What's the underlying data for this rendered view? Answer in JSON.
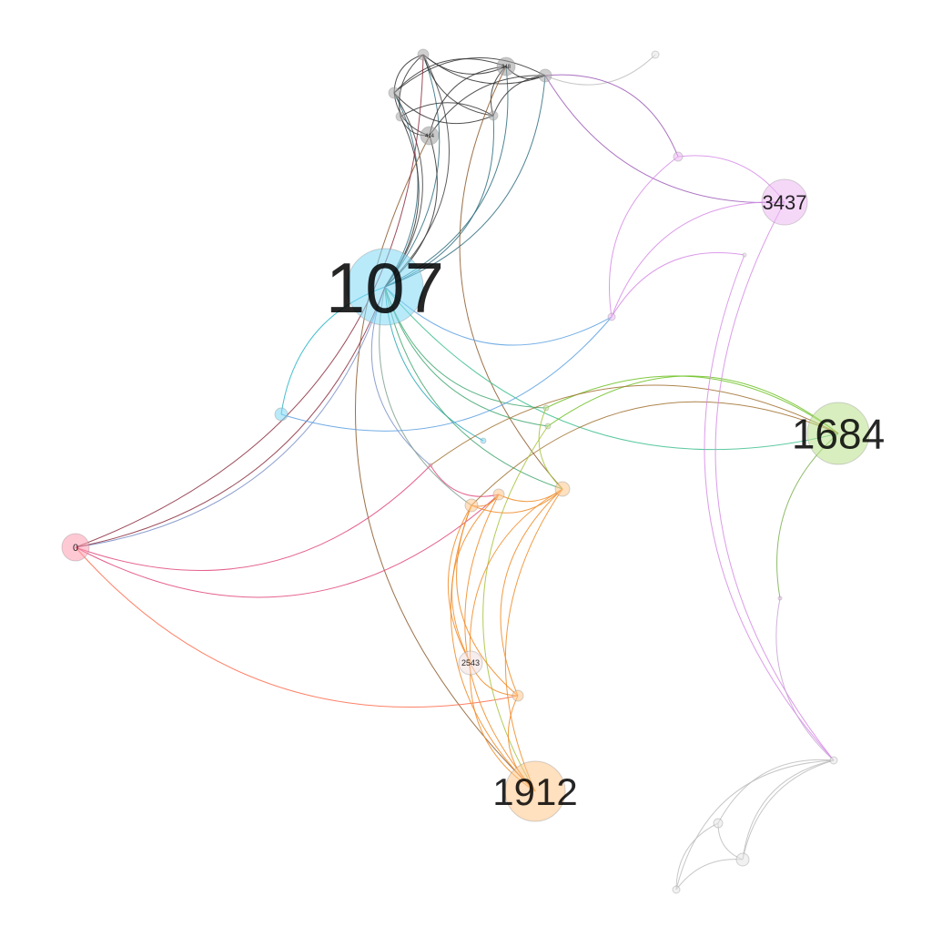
{
  "graph": {
    "nodes": [
      {
        "id": "n107",
        "label": "107",
        "color": "#7fd8f5"
      },
      {
        "id": "n1684",
        "label": "1684",
        "color": "#b9e08a"
      },
      {
        "id": "n1912",
        "label": "1912",
        "color": "#ffc68a"
      },
      {
        "id": "n3437",
        "label": "3437",
        "color": "#ecb8f2"
      },
      {
        "id": "n0",
        "label": "0",
        "color": "#ff9db0"
      },
      {
        "id": "n2543",
        "label": "2543",
        "color": "#f3dede"
      },
      {
        "id": "n348",
        "label": "348",
        "color": "#9a9a9a"
      },
      {
        "id": "n414",
        "label": "414",
        "color": "#9a9a9a"
      },
      {
        "id": "g1",
        "label": "",
        "color": "#a8a8a8"
      },
      {
        "id": "g2",
        "label": "",
        "color": "#a8a8a8"
      },
      {
        "id": "g3",
        "label": "",
        "color": "#a8a8a8"
      },
      {
        "id": "g4",
        "label": "",
        "color": "#a8a8a8"
      },
      {
        "id": "g5",
        "label": "",
        "color": "#a8a8a8"
      },
      {
        "id": "g6",
        "label": "",
        "color": "#e6e6e6"
      },
      {
        "id": "c1",
        "label": "",
        "color": "#7fd8f5"
      },
      {
        "id": "c2",
        "label": "",
        "color": "#7fd8f5"
      },
      {
        "id": "o1",
        "label": "",
        "color": "#ffc68a"
      },
      {
        "id": "o2",
        "label": "",
        "color": "#ffc68a"
      },
      {
        "id": "o3",
        "label": "",
        "color": "#ffc68a"
      },
      {
        "id": "o4",
        "label": "",
        "color": "#ffc68a"
      },
      {
        "id": "p1",
        "label": "",
        "color": "#ecb8f2"
      },
      {
        "id": "p2",
        "label": "",
        "color": "#ecb8f2"
      },
      {
        "id": "p3",
        "label": "",
        "color": "#ecb8f2"
      },
      {
        "id": "gr1",
        "label": "",
        "color": "#b9e08a"
      },
      {
        "id": "gr2",
        "label": "",
        "color": "#b9e08a"
      },
      {
        "id": "r1",
        "label": "",
        "color": "#ff9db0"
      },
      {
        "id": "x1",
        "label": "",
        "color": "#e6e6e6"
      },
      {
        "id": "x2",
        "label": "",
        "color": "#e6e6e6"
      },
      {
        "id": "x3",
        "label": "",
        "color": "#e6e6e6"
      },
      {
        "id": "x4",
        "label": "",
        "color": "#e6e6e6"
      },
      {
        "id": "x5",
        "label": "",
        "color": "#e6e6e6"
      }
    ],
    "edges": [
      {
        "from": "n107",
        "to": "g1",
        "color": "#2f6f7f"
      },
      {
        "from": "n107",
        "to": "n348",
        "color": "#2f6f7f"
      },
      {
        "from": "n107",
        "to": "g2",
        "color": "#2f6f7f"
      },
      {
        "from": "n107",
        "to": "g3",
        "color": "#2f6f7f"
      },
      {
        "from": "n107",
        "to": "g4",
        "color": "#2f6f7f"
      },
      {
        "from": "n107",
        "to": "n414",
        "color": "#333333"
      },
      {
        "from": "n107",
        "to": "g5",
        "color": "#333333"
      },
      {
        "from": "n107",
        "to": "g1",
        "color": "#444444"
      },
      {
        "from": "n107",
        "to": "g3",
        "color": "#444444"
      },
      {
        "from": "g1",
        "to": "n348",
        "color": "#333333"
      },
      {
        "from": "g1",
        "to": "g2",
        "color": "#333333"
      },
      {
        "from": "g1",
        "to": "g3",
        "color": "#333333"
      },
      {
        "from": "g1",
        "to": "g4",
        "color": "#333333"
      },
      {
        "from": "g1",
        "to": "g5",
        "color": "#333333"
      },
      {
        "from": "n348",
        "to": "g2",
        "color": "#333333"
      },
      {
        "from": "n348",
        "to": "g3",
        "color": "#333333"
      },
      {
        "from": "n348",
        "to": "g4",
        "color": "#333333"
      },
      {
        "from": "n348",
        "to": "n414",
        "color": "#333333"
      },
      {
        "from": "g2",
        "to": "g3",
        "color": "#333333"
      },
      {
        "from": "g2",
        "to": "g4",
        "color": "#333333"
      },
      {
        "from": "g2",
        "to": "n414",
        "color": "#333333"
      },
      {
        "from": "g3",
        "to": "g4",
        "color": "#333333"
      },
      {
        "from": "g3",
        "to": "n414",
        "color": "#333333"
      },
      {
        "from": "g4",
        "to": "g5",
        "color": "#333333"
      },
      {
        "from": "g5",
        "to": "n414",
        "color": "#333333"
      },
      {
        "from": "g2",
        "to": "g6",
        "color": "#bdbdbd"
      },
      {
        "from": "g2",
        "to": "n3437",
        "color": "#9b59b6"
      },
      {
        "from": "n414",
        "to": "n1912",
        "color": "#8b5a2b"
      },
      {
        "from": "n348",
        "to": "o3",
        "color": "#8b5a2b"
      },
      {
        "from": "n107",
        "to": "n1684",
        "color": "#3fbf8f"
      },
      {
        "from": "n107",
        "to": "c2",
        "color": "#26a6b5"
      },
      {
        "from": "n107",
        "to": "gr1",
        "color": "#3fa66f"
      },
      {
        "from": "n107",
        "to": "gr2",
        "color": "#3fa66f"
      },
      {
        "from": "n107",
        "to": "o3",
        "color": "#3fa66f"
      },
      {
        "from": "n107",
        "to": "r1",
        "color": "#7a8fc7"
      },
      {
        "from": "n107",
        "to": "o1",
        "color": "#7f9f8f"
      },
      {
        "from": "n107",
        "to": "c1",
        "color": "#26b5c7"
      },
      {
        "from": "n107",
        "to": "p3",
        "color": "#5b9fe0"
      },
      {
        "from": "n0",
        "to": "g1",
        "color": "#8b2e3f"
      },
      {
        "from": "n0",
        "to": "n107",
        "color": "#7a8fc7"
      },
      {
        "from": "n0",
        "to": "n107",
        "color": "#8b2e3f"
      },
      {
        "from": "n0",
        "to": "o2",
        "color": "#e0457a"
      },
      {
        "from": "n0",
        "to": "r1",
        "color": "#e0457a"
      },
      {
        "from": "n0",
        "to": "o4",
        "color": "#ff6a4a"
      },
      {
        "from": "r1",
        "to": "o2",
        "color": "#e0457a"
      },
      {
        "from": "c1",
        "to": "p3",
        "color": "#5b9fe0"
      },
      {
        "from": "n1684",
        "to": "gr1",
        "color": "#6abf1f"
      },
      {
        "from": "n1684",
        "to": "gr2",
        "color": "#6abf1f"
      },
      {
        "from": "n1684",
        "to": "o1",
        "color": "#a0702f"
      },
      {
        "from": "n1684",
        "to": "r1",
        "color": "#a0702f"
      },
      {
        "from": "n1684",
        "to": "p2",
        "color": "#7ab04f"
      },
      {
        "from": "gr1",
        "to": "o3",
        "color": "#a6c23a"
      },
      {
        "from": "gr2",
        "to": "n1912",
        "color": "#a6c23a"
      },
      {
        "from": "n3437",
        "to": "p1",
        "color": "#d68be6"
      },
      {
        "from": "n3437",
        "to": "p3",
        "color": "#d68be6"
      },
      {
        "from": "n3437",
        "to": "x1",
        "color": "#d68be6"
      },
      {
        "from": "p1",
        "to": "p3",
        "color": "#d68be6"
      },
      {
        "from": "p1",
        "to": "g2",
        "color": "#9b59b6"
      },
      {
        "from": "x2",
        "to": "p3",
        "color": "#d68be6"
      },
      {
        "from": "x2",
        "to": "x1",
        "color": "#d68be6"
      },
      {
        "from": "p2",
        "to": "x1",
        "color": "#c9a4d6"
      },
      {
        "from": "o1",
        "to": "o2",
        "color": "#f08a24"
      },
      {
        "from": "o1",
        "to": "o3",
        "color": "#f08a24"
      },
      {
        "from": "o1",
        "to": "n2543",
        "color": "#f08a24"
      },
      {
        "from": "o1",
        "to": "o4",
        "color": "#f08a24"
      },
      {
        "from": "o1",
        "to": "n1912",
        "color": "#f08a24"
      },
      {
        "from": "o2",
        "to": "o3",
        "color": "#f08a24"
      },
      {
        "from": "o2",
        "to": "n2543",
        "color": "#f08a24"
      },
      {
        "from": "o2",
        "to": "n1912",
        "color": "#f08a24"
      },
      {
        "from": "o3",
        "to": "n2543",
        "color": "#f08a24"
      },
      {
        "from": "o3",
        "to": "n1912",
        "color": "#f08a24"
      },
      {
        "from": "o3",
        "to": "o4",
        "color": "#f08a24"
      },
      {
        "from": "n2543",
        "to": "o4",
        "color": "#f08a24"
      },
      {
        "from": "n2543",
        "to": "n1912",
        "color": "#f08a24"
      },
      {
        "from": "o4",
        "to": "n1912",
        "color": "#f08a24"
      },
      {
        "from": "x1",
        "to": "x3",
        "color": "#bdbdbd"
      },
      {
        "from": "x1",
        "to": "x4",
        "color": "#bdbdbd"
      },
      {
        "from": "x1",
        "to": "x5",
        "color": "#bdbdbd"
      },
      {
        "from": "x3",
        "to": "x4",
        "color": "#bdbdbd"
      },
      {
        "from": "x3",
        "to": "x5",
        "color": "#bdbdbd"
      },
      {
        "from": "x4",
        "to": "x5",
        "color": "#bdbdbd"
      },
      {
        "from": "x1",
        "to": "x4",
        "color": "#bdbdbd"
      }
    ]
  }
}
